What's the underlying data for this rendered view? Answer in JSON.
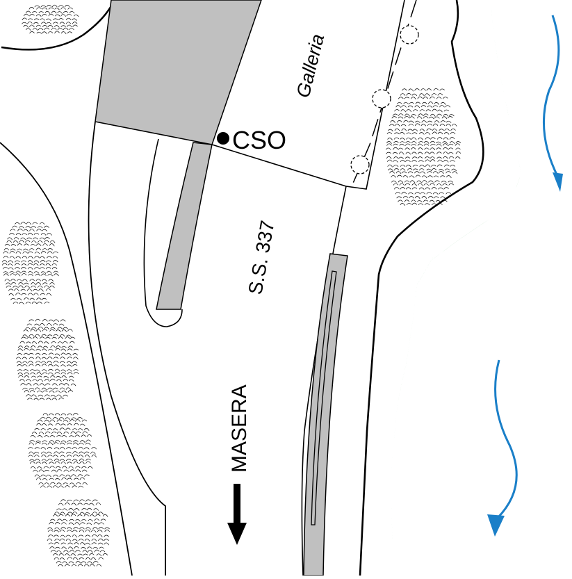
{
  "labels": {
    "tunnel": "Galleria",
    "station": "CSO",
    "road": "S.S. 337",
    "direction": "MASERA"
  },
  "colors": {
    "structure_fill": "#c0c0c0",
    "river_arrow": "#1a7fc8",
    "embankment": "#1e9b3a",
    "line": "#000000"
  },
  "icons": {
    "station_marker": "filled-circle-icon",
    "direction_arrow": "arrow-down-icon",
    "river_flow": "flow-arrow-icon",
    "embankment": "triangle-teeth-icon",
    "culvert": "dashed-circle-icon",
    "rock_texture": "hatching-texture"
  }
}
